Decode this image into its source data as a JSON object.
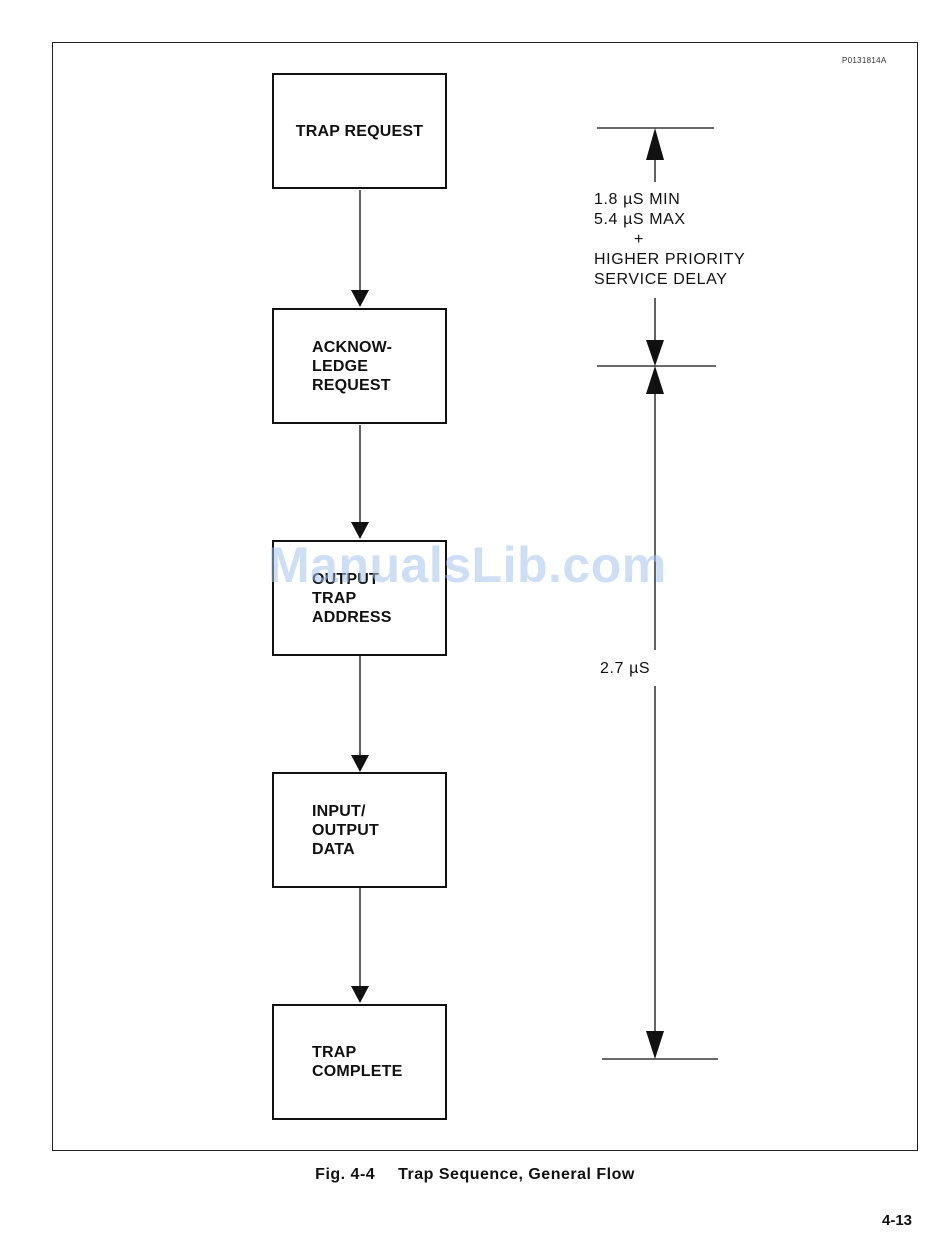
{
  "document_code": "P0131814A",
  "flow_boxes": [
    {
      "lines": [
        "TRAP REQUEST"
      ]
    },
    {
      "lines": [
        "ACKNOW-",
        "LEDGE",
        "REQUEST"
      ]
    },
    {
      "lines": [
        "OUTPUT",
        "TRAP",
        "ADDRESS"
      ]
    },
    {
      "lines": [
        "INPUT/",
        "OUTPUT",
        "DATA"
      ]
    },
    {
      "lines": [
        "TRAP",
        "COMPLETE"
      ]
    }
  ],
  "timing": {
    "upper_label": [
      "1.8 µS MIN",
      "5.4 µS MAX",
      "+",
      "HIGHER PRIORITY",
      "SERVICE DELAY"
    ],
    "lower_label": "2.7 µS"
  },
  "watermark": "ManualsLib.com",
  "caption": {
    "figure_number": "Fig. 4-4",
    "title": "Trap Sequence, General Flow"
  },
  "page_number": "4-13"
}
